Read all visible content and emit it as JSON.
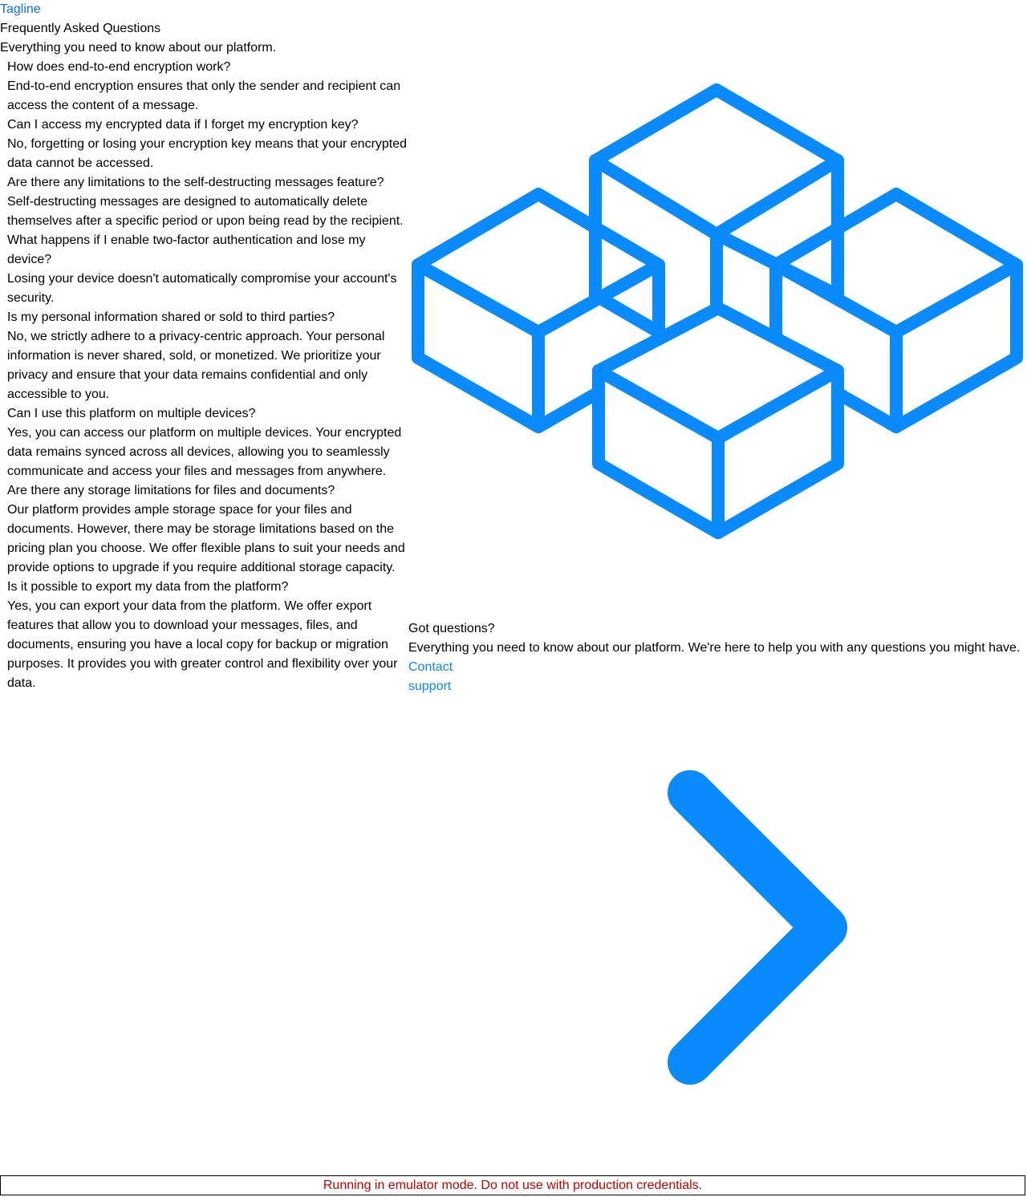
{
  "header": {
    "tagline": "Tagline",
    "title": "Frequently Asked Questions",
    "subtitle": "Everything you need to know about our platform."
  },
  "faq": [
    {
      "question": "How does end-to-end encryption work?",
      "answer": "End-to-end encryption ensures that only the sender and recipient can access the content of a message."
    },
    {
      "question": "Can I access my encrypted data if I forget my encryption key?",
      "answer": "No, forgetting or losing your encryption key means that your encrypted data cannot be accessed."
    },
    {
      "question": "Are there any limitations to the self-destructing messages feature?",
      "answer": "Self-destructing messages are designed to automatically delete themselves after a specific period or upon being read by the recipient."
    },
    {
      "question": "What happens if I enable two-factor authentication and lose my device?",
      "answer": "Losing your device doesn't automatically compromise your account's security."
    },
    {
      "question": "Is my personal information shared or sold to third parties?",
      "answer": "No, we strictly adhere to a privacy-centric approach. Your personal information is never shared, sold, or monetized. We prioritize your privacy and ensure that your data remains confidential and only accessible to you."
    },
    {
      "question": "Can I use this platform on multiple devices?",
      "answer": "Yes, you can access our platform on multiple devices. Your encrypted data remains synced across all devices, allowing you to seamlessly communicate and access your files and messages from anywhere."
    },
    {
      "question": "Are there any storage limitations for files and documents?",
      "answer": "Our platform provides ample storage space for your files and documents. However, there may be storage limitations based on the pricing plan you choose. We offer flexible plans to suit your needs and provide options to upgrade if you require additional storage capacity."
    },
    {
      "question": "Is it possible to export my data from the platform?",
      "answer": "Yes, you can export your data from the platform. We offer export features that allow you to download your messages, files, and documents, ensuring you have a local copy for backup or migration purposes. It provides you with greater control and flexibility over your data."
    }
  ],
  "illustration": {
    "icon": "blocks-icon",
    "color": "#0a8aff"
  },
  "help": {
    "heading": "Got questions?",
    "text": "Everything you need to know about our platform. We're here to help you with any questions you might have.",
    "contact_label": "Contact support",
    "chevron_icon": "chevron-right-icon",
    "link_color": "#0a84ff"
  },
  "banner": {
    "text": "Running in emulator mode. Do not use with production credentials.",
    "color": "#c00000"
  }
}
